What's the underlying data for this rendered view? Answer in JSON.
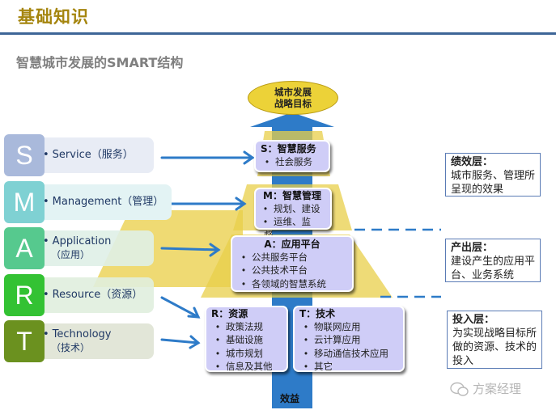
{
  "header": {
    "title": "基础知识",
    "subtitle": "智慧城市发展的SMART结构"
  },
  "colors": {
    "title": "#a5850e",
    "rule": "#3d6597",
    "arrow": "#2e7bc8",
    "pyramid": "#e8cf4a",
    "box": "#cfcdf7"
  },
  "smart_rows": [
    {
      "letter": "S",
      "label": "Service（服务）",
      "letter_color": "#a9b9db",
      "label_bg": "#e8ecf5"
    },
    {
      "letter": "M",
      "label": "Management（管理）",
      "letter_color": "#7fd1d3",
      "label_bg": "#e3f3f4"
    },
    {
      "letter": "A",
      "label": "Application",
      "label2": "（应用）",
      "letter_color": "#56c98e",
      "label_bg": "#dff0e7"
    },
    {
      "letter": "R",
      "label": "Resource（资源）",
      "letter_color": "#33c233",
      "label_bg": "#e0eede"
    },
    {
      "letter": "T",
      "label": "Technology",
      "label2": "（技术）",
      "letter_color": "#6b911f",
      "label_bg": "#e2e6d8"
    }
  ],
  "goal": {
    "line1": "城市发展",
    "line2": "战略目标"
  },
  "boxes": {
    "s": {
      "title": "S：智慧服务",
      "items": [
        "社会服务"
      ]
    },
    "m": {
      "title": "M：智慧管理",
      "items": [
        "规划、建设",
        "运维、监督……"
      ]
    },
    "a": {
      "title": "A：应用平台",
      "items": [
        "公共服务平台",
        "公共技术平台",
        "各领域的智慧系统"
      ]
    },
    "r": {
      "title": "R：资源",
      "items": [
        "政策法规",
        "基础设施",
        "城市规划",
        "信息及其他"
      ]
    },
    "t": {
      "title": "T：技术",
      "items": [
        "物联网应用",
        "云计算应用",
        "移动通信技术应用",
        "其它"
      ]
    }
  },
  "benefit_label": "效益",
  "layers": [
    {
      "title": "绩效层：",
      "text": "城市服务、管理所呈现的效果"
    },
    {
      "title": "产出层：",
      "text": "建设产生的应用平台、业务系统"
    },
    {
      "title": "投入层：",
      "text": "为实现战略目标所做的资源、技术的投入"
    }
  ],
  "watermark": "方案经理"
}
